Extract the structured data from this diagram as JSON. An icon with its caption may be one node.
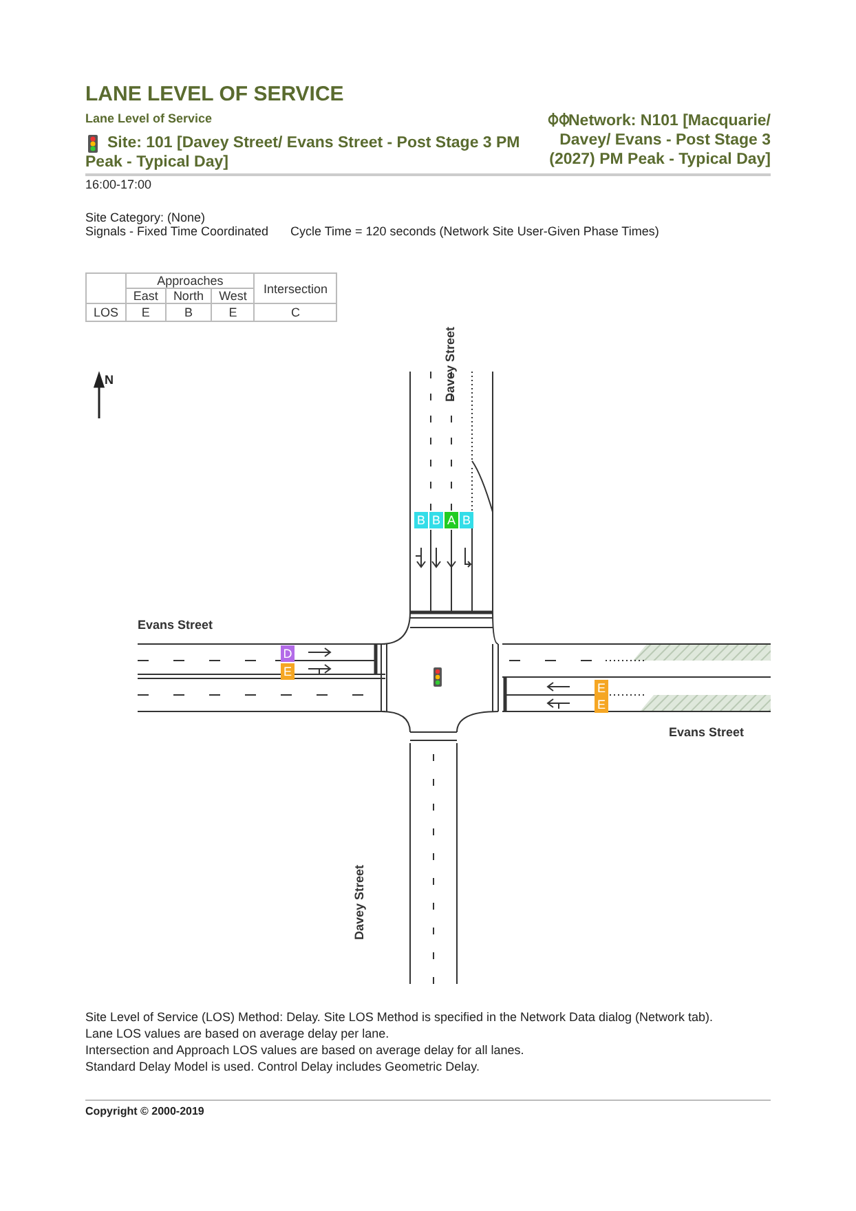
{
  "diagram": {
    "title": "LANE LEVEL OF SERVICE",
    "labels": [
      "Lane Level of Service",
      "Site: 101 [Davey Street/ Evans Street - Post Stage 3 PM Peak - Typical Day]",
      "Network: N101 [Macquarie/ Davey/ Evans - Post Stage 3 (2027) PM Peak - Typical Day]",
      "16:00-17:00",
      "Site Category: (None)",
      "Signals - Fixed Time Coordinated",
      "Cycle Time = 120 seconds (Network Site User-Given Phase Times)",
      "Approaches",
      "Intersection",
      "East",
      "North",
      "West",
      "LOS",
      "E",
      "B",
      "E",
      "C",
      "N",
      "Davey Street",
      "B",
      "B",
      "A",
      "B",
      "Evans Street",
      "D",
      "E",
      "E",
      "E",
      "Evans Street",
      "Davey Street",
      "Site Level of Service (LOS) Method: Delay. Site LOS Method is specified in the Network Data dialog (Network tab).",
      "Lane LOS values are based on average delay per lane.",
      "Intersection and Approach LOS values are based on average delay for all lanes.",
      "Standard Delay Model is used. Control Delay includes Geometric Delay.",
      "Copyright © 2000-2019"
    ]
  }
}
